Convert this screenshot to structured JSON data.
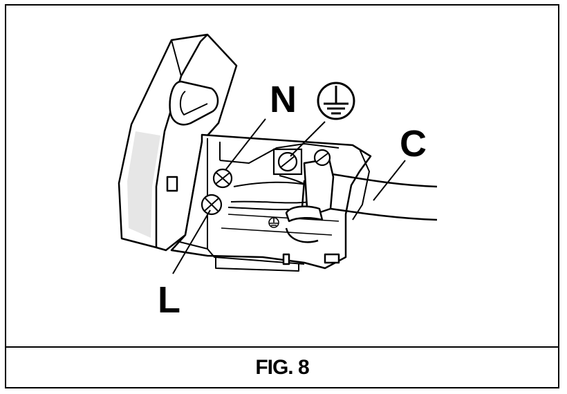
{
  "figure": {
    "caption": "FIG. 8"
  },
  "labels": {
    "neutral": "N",
    "live": "L",
    "cable": "C",
    "earth_symbol": "earth-ground-icon"
  },
  "colors": {
    "ink": "#000000",
    "paper": "#ffffff"
  }
}
